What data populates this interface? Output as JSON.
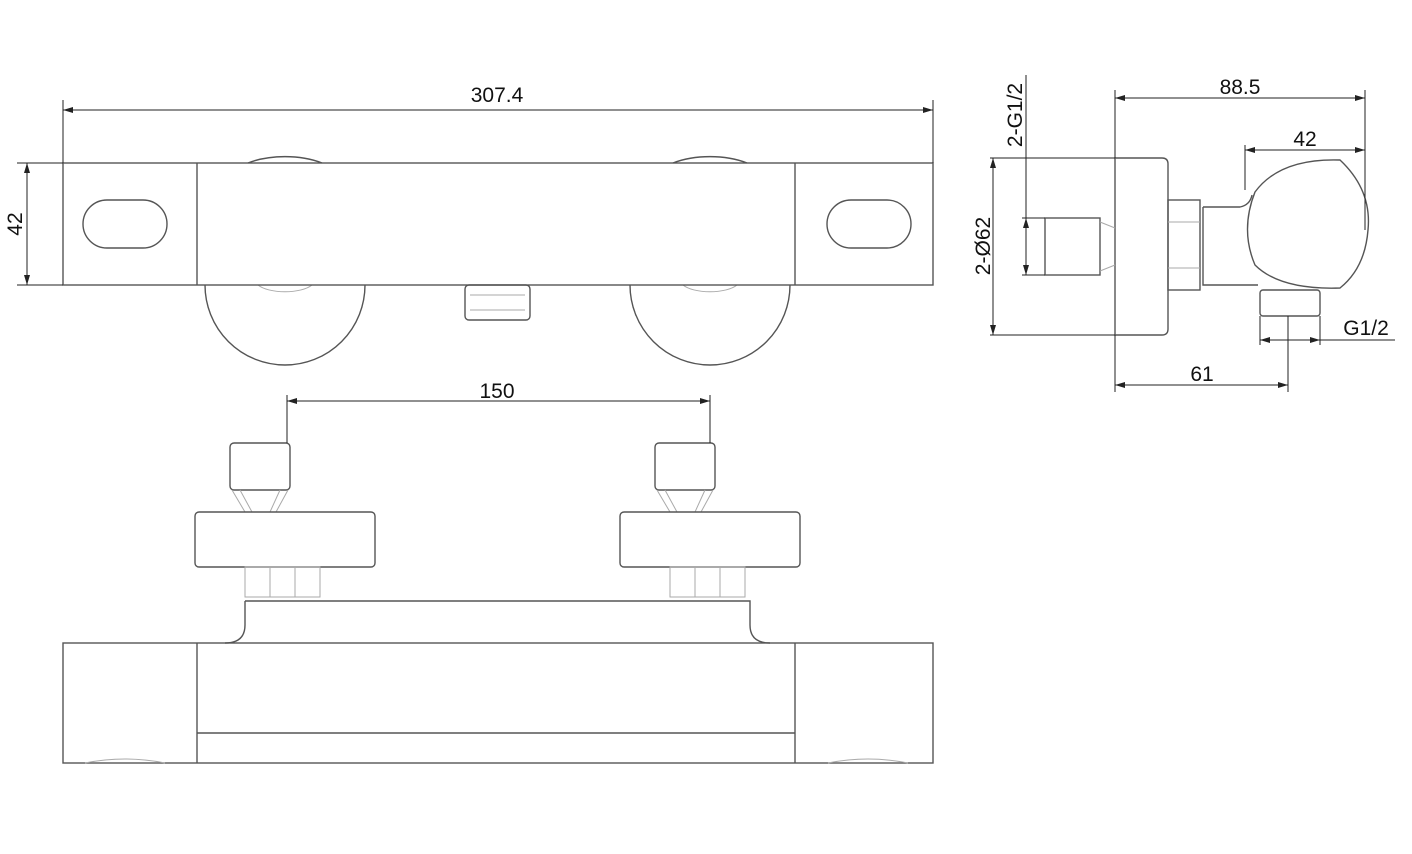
{
  "dimensions": {
    "overall_length": "307.4",
    "body_height": "42",
    "inlet_spacing": "150",
    "side_depth": "88.5",
    "knob_width": "42",
    "inlet_thread": "2-G1/2",
    "knob_diameter": "2-Ø62",
    "outlet_thread": "G1/2",
    "outlet_offset": "61"
  }
}
